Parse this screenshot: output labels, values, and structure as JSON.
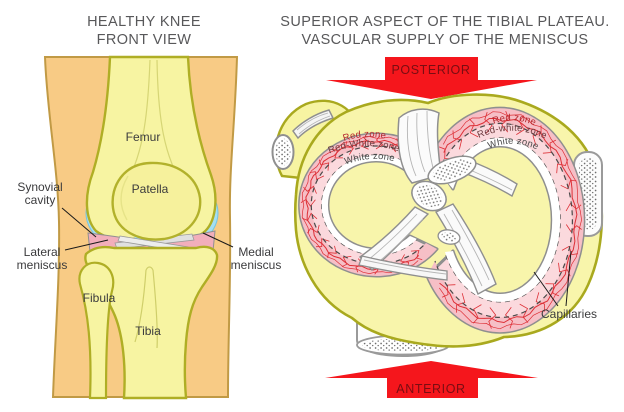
{
  "left_panel": {
    "title": [
      "HEALTHY KNEE",
      "FRONT VIEW"
    ],
    "labels": {
      "femur": "Femur",
      "patella": "Patella",
      "synovial_cavity": [
        "Synovial",
        "cavity"
      ],
      "lateral_meniscus": [
        "Lateral",
        "meniscus"
      ],
      "medial_meniscus": [
        "Medial",
        "meniscus"
      ],
      "fibula": "Fibula",
      "tibia": "Tibia"
    }
  },
  "right_panel": {
    "title": [
      "SUPERIOR ASPECT OF THE TIBIAL PLATEAU.",
      "VASCULAR SUPPLY OF THE MENISCUS"
    ],
    "arrows": {
      "posterior": "POSTERIOR",
      "anterior": "ANTERIOR"
    },
    "zones_left": [
      "Red zone",
      "Red-White zone",
      "White zone"
    ],
    "zones_right": [
      "Red zone",
      "Red-white zone",
      "White zone"
    ],
    "capillaries_label": "Capillaries"
  },
  "colors": {
    "skin": "#F8CB85",
    "bone": "#F7F4A2",
    "bone_outline": "#AFAE25",
    "synovial_blue": "#A5DFF3",
    "meniscus_pink": "#F2AEBB",
    "zone_pink_outer": "#F6BFC6",
    "zone_pink_mid": "#FBD9DD",
    "capillary_red": "#DD2F36",
    "arrow_red": "#F5161C",
    "arrow_text": "#7A0D12",
    "title_text": "#58585A"
  }
}
